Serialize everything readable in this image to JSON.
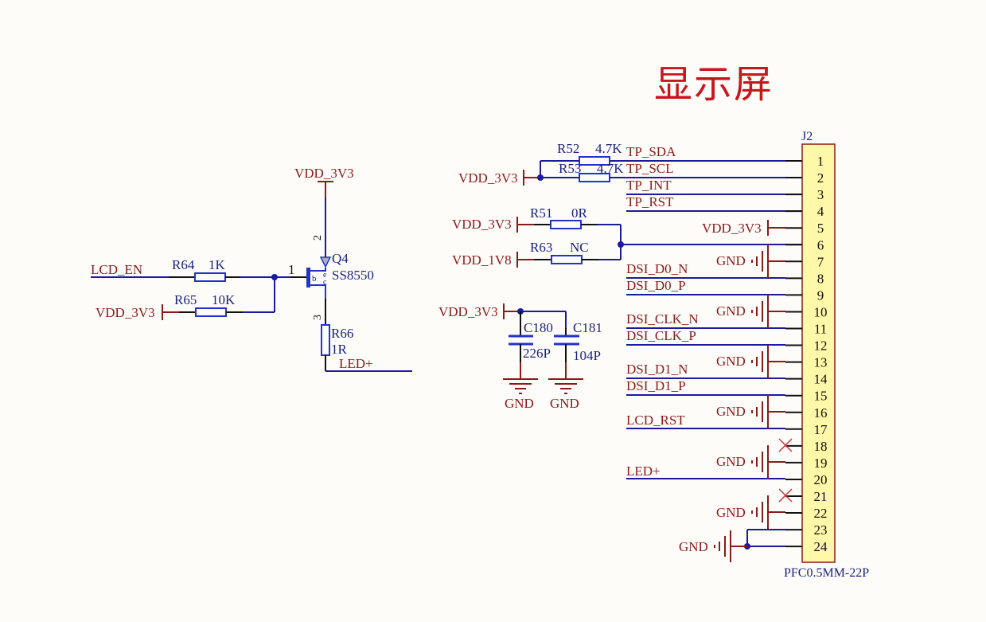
{
  "title": "显示屏",
  "colors": {
    "wire": "#1a1aa0",
    "power": "#8b1a1a",
    "body": "#fff8a8",
    "component": "#2233cc",
    "pin_line": "#111111",
    "noconnect": "#d0303a"
  },
  "backlight": {
    "input_net": "LCD_EN",
    "r64": {
      "designator": "R64",
      "value": "1K"
    },
    "r65": {
      "designator": "R65",
      "value": "10K",
      "net": "VDD_3V3"
    },
    "q4": {
      "designator": "Q4",
      "part": "SS8550",
      "pin_b": "b",
      "pin_e": "e",
      "pin_c": "c",
      "pin1": "1",
      "pin2": "2",
      "pin3": "3",
      "emitter_net": "VDD_3V3"
    },
    "r66": {
      "designator": "R66",
      "value": "1R"
    },
    "output_net": "LED+"
  },
  "touch": {
    "supply_net": "VDD_3V3",
    "r52": {
      "designator": "R52",
      "value": "4.7K",
      "net": "TP_SDA"
    },
    "r53": {
      "designator": "R53",
      "value": "4.7K",
      "net": "TP_SCL"
    },
    "int_net": "TP_INT",
    "rst_net": "TP_RST"
  },
  "supply_select": {
    "r51": {
      "designator": "R51",
      "value": "0R",
      "net": "VDD_3V3"
    },
    "r63": {
      "designator": "R63",
      "value": "NC",
      "net": "VDD_1V8"
    }
  },
  "decoupling": {
    "net": "VDD_3V3",
    "c180": {
      "designator": "C180",
      "value": "226P",
      "gnd": "GND"
    },
    "c181": {
      "designator": "C181",
      "value": "104P",
      "gnd": "GND"
    }
  },
  "connector": {
    "designator": "J2",
    "part": "PFC0.5MM-22P",
    "pins": [
      {
        "n": "1",
        "net": "TP_SDA"
      },
      {
        "n": "2",
        "net": "TP_SCL"
      },
      {
        "n": "3",
        "net": "TP_INT"
      },
      {
        "n": "4",
        "net": "TP_RST"
      },
      {
        "n": "5",
        "net": "VDD_3V3"
      },
      {
        "n": "6",
        "net": ""
      },
      {
        "n": "7",
        "net": "GND"
      },
      {
        "n": "8",
        "net": "DSI_D0_N"
      },
      {
        "n": "9",
        "net": "DSI_D0_P"
      },
      {
        "n": "10",
        "net": "GND"
      },
      {
        "n": "11",
        "net": "DSI_CLK_N"
      },
      {
        "n": "12",
        "net": "DSI_CLK_P"
      },
      {
        "n": "13",
        "net": "GND"
      },
      {
        "n": "14",
        "net": "DSI_D1_N"
      },
      {
        "n": "15",
        "net": "DSI_D1_P"
      },
      {
        "n": "16",
        "net": "GND"
      },
      {
        "n": "17",
        "net": "LCD_RST"
      },
      {
        "n": "18",
        "net": "NC"
      },
      {
        "n": "19",
        "net": "GND"
      },
      {
        "n": "20",
        "net": "LED+"
      },
      {
        "n": "21",
        "net": "NC"
      },
      {
        "n": "22",
        "net": "GND"
      },
      {
        "n": "23",
        "net": "GND"
      },
      {
        "n": "24",
        "net": "GND"
      }
    ],
    "gnd_label": "GND",
    "vdd_label": "VDD_3V3"
  }
}
